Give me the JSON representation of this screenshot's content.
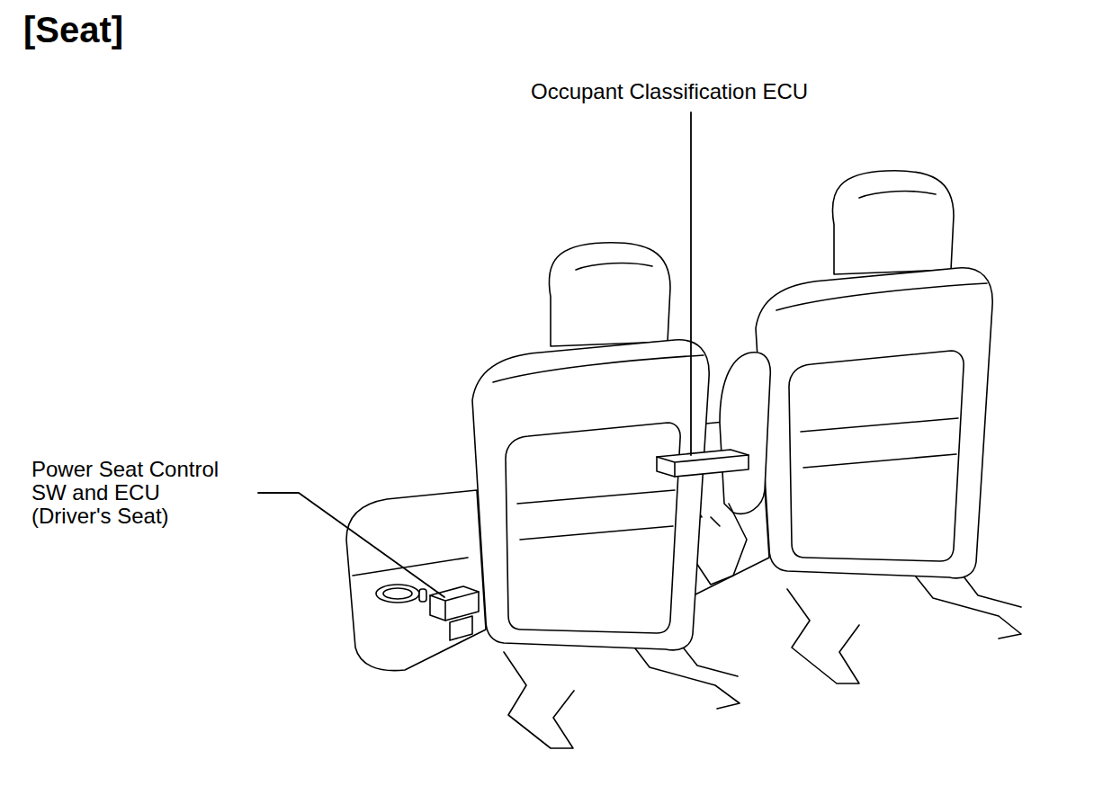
{
  "diagram": {
    "title": "[Seat]",
    "labels": [
      "Occupant Classification ECU",
      "Power Seat Control",
      "SW and ECU",
      "(Driver's Seat)"
    ]
  }
}
